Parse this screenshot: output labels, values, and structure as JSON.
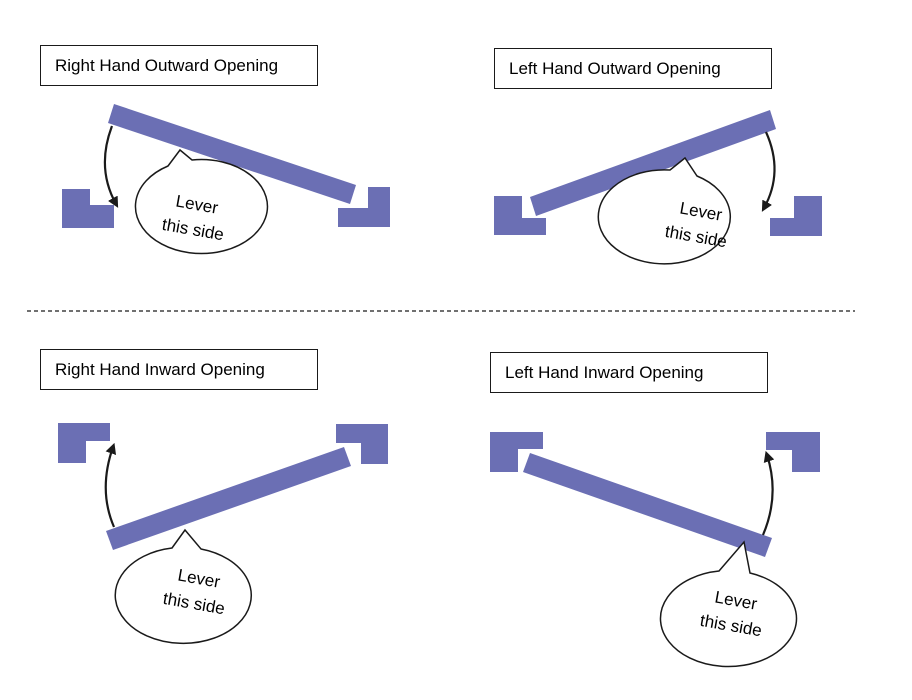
{
  "colors": {
    "door": "#6b6fb4",
    "frame": "#6b6fb4",
    "arrow": "#1a1a1a",
    "outline": "#1a1a1a",
    "background": "#ffffff"
  },
  "panels": [
    {
      "title": "Right Hand Outward Opening",
      "callout_line1": "Lever",
      "callout_line2": "this side"
    },
    {
      "title": "Left Hand Outward Opening",
      "callout_line1": "Lever",
      "callout_line2": "this side"
    },
    {
      "title": "Right Hand Inward Opening",
      "callout_line1": "Lever",
      "callout_line2": "this side"
    },
    {
      "title": "Left Hand Inward Opening",
      "callout_line1": "Lever",
      "callout_line2": "this side"
    }
  ]
}
